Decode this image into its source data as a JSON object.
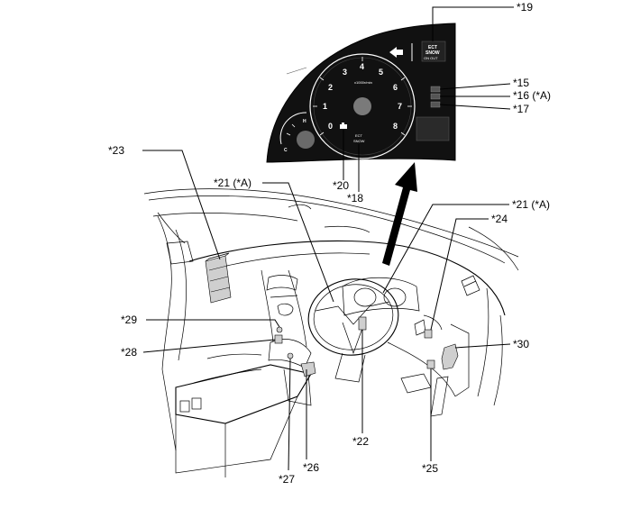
{
  "callouts": {
    "c19": "*19",
    "c15": "*15",
    "c16": "*16 (*A)",
    "c17": "*17",
    "c20": "*20",
    "c18": "*18",
    "c23": "*23",
    "c21_left": "*21 (*A)",
    "c21_right": "*21 (*A)",
    "c24": "*24",
    "c29": "*29",
    "c28": "*28",
    "c30": "*30",
    "c22": "*22",
    "c26": "*26",
    "c25": "*25",
    "c27": "*27"
  },
  "cluster": {
    "tach_numbers": [
      "1",
      "2",
      "3",
      "4",
      "5",
      "6",
      "7",
      "8"
    ],
    "tach_zero": "0",
    "tach_unit": "x1000r/min",
    "fuel_h": "H",
    "fuel_c": "C",
    "ect_label": "ECT",
    "snow_label": "SNOW",
    "sport_line1": "ECT",
    "sport_line2": "SNOW",
    "sport_line3": "ON OUT"
  },
  "colors": {
    "cluster_bg": "#111111",
    "line": "#000000",
    "background": "#ffffff"
  },
  "icons": [
    "arrow-left-icon",
    "check-engine-icon",
    "direction-arrow-icon"
  ]
}
